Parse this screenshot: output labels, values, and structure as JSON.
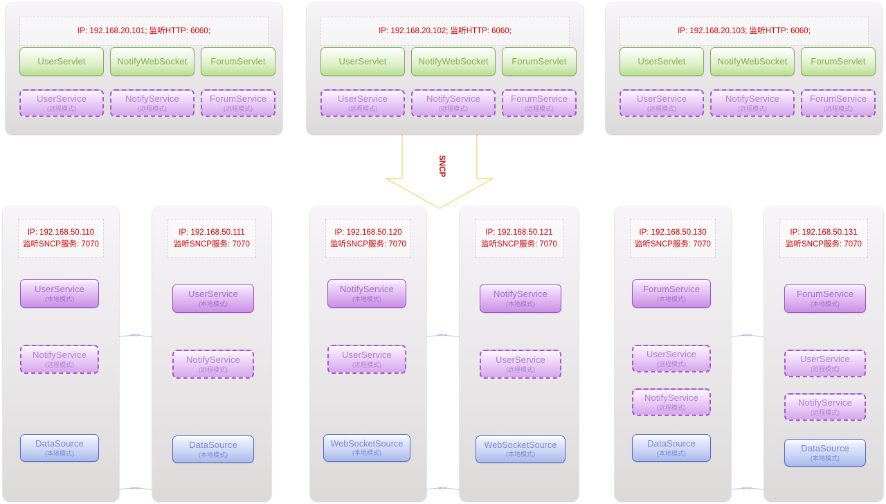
{
  "diagram": {
    "protocol_label": "SNCP",
    "link_label": "SNCP",
    "colors": {
      "ip_text": "#cc0000",
      "green_border": "#7cb050",
      "purple_border": "#9b4fc4",
      "purple_dashed_border": "#a855cf",
      "blue_border": "#5566cc",
      "arrow_stroke": "#f5cf6a",
      "panel_bg": "#e9e7e8",
      "link_label": "#5a8fd6"
    },
    "mode_local": "(本地模式)",
    "mode_remote": "(远程模式)"
  },
  "app_tier": [
    {
      "id": "app-101",
      "ip_line": "IP: 192.168.20.101;  监听HTTP: 6060;",
      "servlets": [
        "UserServlet",
        "NotifyWebSocket",
        "ForumServlet"
      ],
      "services": [
        {
          "name": "UserService",
          "mode": "(远程模式)"
        },
        {
          "name": "NotifyService",
          "mode": "(远程模式)"
        },
        {
          "name": "ForumService",
          "mode": "(远程模式)"
        }
      ]
    },
    {
      "id": "app-102",
      "ip_line": "IP: 192.168.20.102;  监听HTTP: 6060;",
      "servlets": [
        "UserServlet",
        "NotifyWebSocket",
        "ForumServlet"
      ],
      "services": [
        {
          "name": "UserService",
          "mode": "(远程模式)"
        },
        {
          "name": "NotifyService",
          "mode": "(远程模式)"
        },
        {
          "name": "ForumService",
          "mode": "(远程模式)"
        }
      ]
    },
    {
      "id": "app-103",
      "ip_line": "IP: 192.168.20.103;  监听HTTP: 6060;",
      "servlets": [
        "UserServlet",
        "NotifyWebSocket",
        "ForumServlet"
      ],
      "services": [
        {
          "name": "UserService",
          "mode": "(远程模式)"
        },
        {
          "name": "NotifyService",
          "mode": "(远程模式)"
        },
        {
          "name": "ForumService",
          "mode": "(远程模式)"
        }
      ]
    }
  ],
  "service_tier": [
    {
      "id": "svc-110",
      "ip_line1": "IP: 192.168.50.110",
      "ip_line2": "监听SNCP服务: 7070",
      "nodes": [
        {
          "name": "UserService",
          "mode": "(本地模式)",
          "style": "purple-local"
        },
        {
          "name": "NotifyService",
          "mode": "(远程模式)",
          "style": "purple-remote"
        },
        {
          "name": "DataSource",
          "mode": "(本地模式)",
          "style": "blue-local"
        }
      ]
    },
    {
      "id": "svc-111",
      "ip_line1": "IP: 192.168.50.111",
      "ip_line2": "监听SNCP服务: 7070",
      "nodes": [
        {
          "name": "UserService",
          "mode": "(本地模式)",
          "style": "purple-local"
        },
        {
          "name": "NotifyService",
          "mode": "(远程模式)",
          "style": "purple-remote"
        },
        {
          "name": "DataSource",
          "mode": "(本地模式)",
          "style": "blue-local"
        }
      ]
    },
    {
      "id": "svc-120",
      "ip_line1": "IP: 192.168.50.120",
      "ip_line2": "监听SNCP服务: 7070",
      "nodes": [
        {
          "name": "NotifyService",
          "mode": "(本地模式)",
          "style": "purple-local"
        },
        {
          "name": "UserService",
          "mode": "(远程模式)",
          "style": "purple-remote"
        },
        {
          "name": "WebSocketSource",
          "mode": "(本地模式)",
          "style": "blue-local"
        }
      ]
    },
    {
      "id": "svc-121",
      "ip_line1": "IP: 192.168.50.121",
      "ip_line2": "监听SNCP服务: 7070",
      "nodes": [
        {
          "name": "NotifyService",
          "mode": "(本地模式)",
          "style": "purple-local"
        },
        {
          "name": "UserService",
          "mode": "(远程模式)",
          "style": "purple-remote"
        },
        {
          "name": "WebSocketSource",
          "mode": "(本地模式)",
          "style": "blue-local"
        }
      ]
    },
    {
      "id": "svc-130",
      "ip_line1": "IP: 192.168.50.130",
      "ip_line2": "监听SNCP服务: 7070",
      "nodes": [
        {
          "name": "ForumService",
          "mode": "(本地模式)",
          "style": "purple-local"
        },
        {
          "name": "UserService",
          "mode": "(远程模式)",
          "style": "purple-remote"
        },
        {
          "name": "NotifyService",
          "mode": "(远程模式)",
          "style": "purple-remote"
        },
        {
          "name": "DataSource",
          "mode": "(本地模式)",
          "style": "blue-local"
        }
      ]
    },
    {
      "id": "svc-131",
      "ip_line1": "IP: 192.168.50.131",
      "ip_line2": "监听SNCP服务: 7070",
      "nodes": [
        {
          "name": "ForumService",
          "mode": "(本地模式)",
          "style": "purple-local"
        },
        {
          "name": "UserService",
          "mode": "(远程模式)",
          "style": "purple-remote"
        },
        {
          "name": "NotifyService",
          "mode": "(远程模式)",
          "style": "purple-remote"
        },
        {
          "name": "DataSource",
          "mode": "(本地模式)",
          "style": "blue-local"
        }
      ]
    }
  ]
}
